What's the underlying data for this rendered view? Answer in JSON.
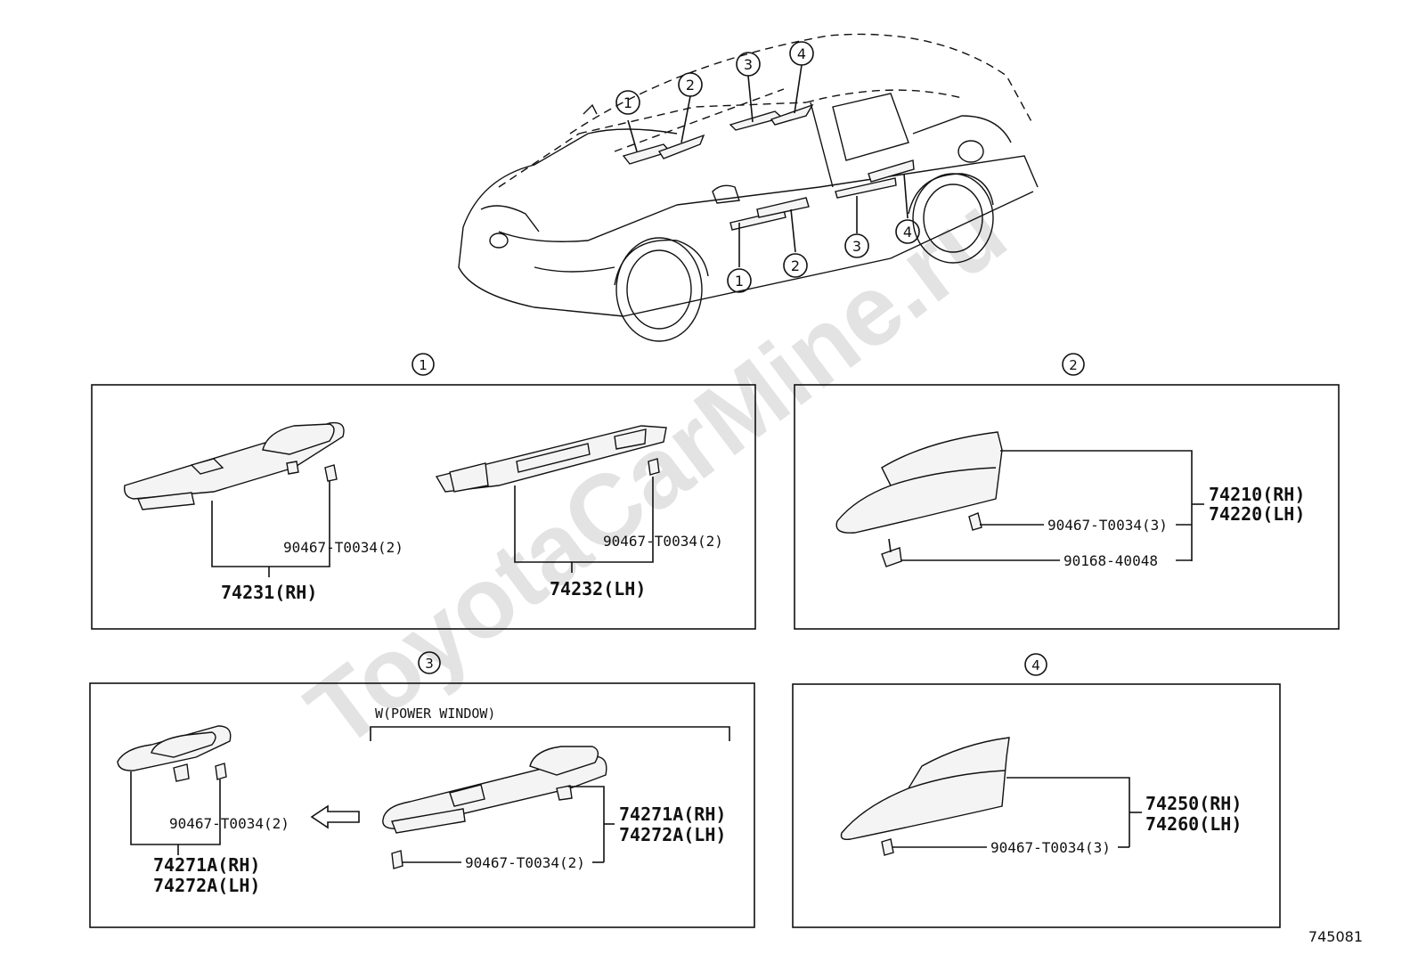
{
  "watermark": "ToyotaCarMine.ru",
  "diagram_id": "745081",
  "car_callouts": [
    "1",
    "2",
    "3",
    "4",
    "1",
    "2",
    "3",
    "4"
  ],
  "panels": [
    {
      "callout": "1",
      "groups": [
        {
          "part_number": "74231(RH)",
          "fastener": "90467-T0034(2)"
        },
        {
          "part_number": "74232(LH)",
          "fastener": "90467-T0034(2)"
        }
      ]
    },
    {
      "callout": "2",
      "part_numbers": [
        "74210(RH)",
        "74220(LH)"
      ],
      "fasteners": [
        "90467-T0034(3)",
        "90168-40048"
      ]
    },
    {
      "callout": "3",
      "option_label": "W(POWER WINDOW)",
      "left_group": {
        "fastener": "90467-T0034(2)",
        "part_numbers": [
          "74271A(RH)",
          "74272A(LH)"
        ]
      },
      "right_group": {
        "fastener": "90467-T0034(2)",
        "part_numbers": [
          "74271A(RH)",
          "74272A(LH)"
        ]
      }
    },
    {
      "callout": "4",
      "part_numbers": [
        "74250(RH)",
        "74260(LH)"
      ],
      "fastener": "90467-T0034(3)"
    }
  ]
}
